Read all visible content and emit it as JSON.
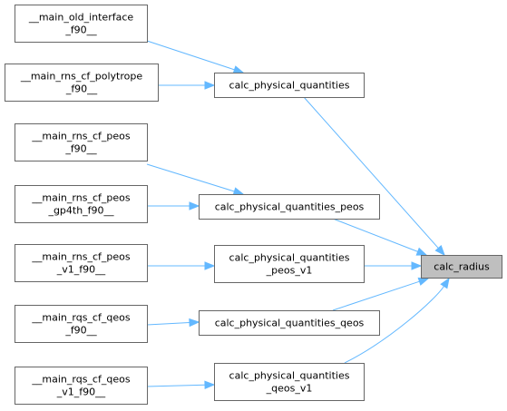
{
  "diagram": {
    "nodes": [
      {
        "id": "main_old",
        "lines": [
          "__main_old_interface",
          "_f90__"
        ]
      },
      {
        "id": "main_poly",
        "lines": [
          "__main_rns_cf_polytrope",
          "_f90__"
        ]
      },
      {
        "id": "main_peos",
        "lines": [
          "__main_rns_cf_peos",
          "_f90__"
        ]
      },
      {
        "id": "main_peos_gp4th",
        "lines": [
          "__main_rns_cf_peos",
          "_gp4th_f90__"
        ]
      },
      {
        "id": "main_peos_v1",
        "lines": [
          "__main_rns_cf_peos",
          "_v1_f90__"
        ]
      },
      {
        "id": "main_qeos",
        "lines": [
          "__main_rqs_cf_qeos",
          "_f90__"
        ]
      },
      {
        "id": "main_qeos_v1",
        "lines": [
          "__main_rqs_cf_qeos",
          "_v1_f90__"
        ]
      },
      {
        "id": "cpq",
        "lines": [
          "calc_physical_quantities"
        ]
      },
      {
        "id": "cpq_peos",
        "lines": [
          "calc_physical_quantities_peos"
        ]
      },
      {
        "id": "cpq_peos_v1",
        "lines": [
          "calc_physical_quantities",
          "_peos_v1"
        ]
      },
      {
        "id": "cpq_qeos",
        "lines": [
          "calc_physical_quantities_qeos"
        ]
      },
      {
        "id": "cpq_qeos_v1",
        "lines": [
          "calc_physical_quantities",
          "_qeos_v1"
        ]
      },
      {
        "id": "calc_radius",
        "lines": [
          "calc_radius"
        ],
        "highlight": true
      }
    ],
    "edges": [
      {
        "from": "main_old",
        "to": "cpq"
      },
      {
        "from": "main_poly",
        "to": "cpq"
      },
      {
        "from": "main_peos",
        "to": "cpq_peos"
      },
      {
        "from": "main_peos_gp4th",
        "to": "cpq_peos"
      },
      {
        "from": "main_peos_v1",
        "to": "cpq_peos_v1"
      },
      {
        "from": "main_qeos",
        "to": "cpq_qeos"
      },
      {
        "from": "main_qeos_v1",
        "to": "cpq_qeos_v1"
      },
      {
        "from": "cpq",
        "to": "calc_radius"
      },
      {
        "from": "cpq_peos",
        "to": "calc_radius"
      },
      {
        "from": "cpq_peos_v1",
        "to": "calc_radius"
      },
      {
        "from": "cpq_qeos",
        "to": "calc_radius"
      },
      {
        "from": "cpq_qeos_v1",
        "to": "calc_radius"
      }
    ],
    "colors": {
      "edge": "#63b8ff",
      "border": "#666666",
      "highlight_fill": "#bfbfbf"
    }
  }
}
